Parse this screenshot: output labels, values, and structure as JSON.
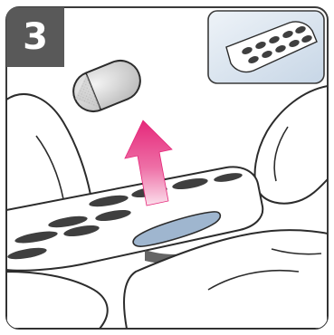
{
  "step": {
    "number": "3"
  },
  "colors": {
    "frame": "#3a3a3a",
    "badge_bg": "#595959",
    "badge_text": "#ffffff",
    "arrow": "#e5287a",
    "arrow_light": "#f6b5d0",
    "capsule": "#d0d0d0",
    "blister_hole": "#3f3f3f",
    "open_pocket": "#9fb6cf",
    "inset_bg": "#d8e3ee"
  },
  "icons": {
    "step_badge": "step-number-badge",
    "capsule": "capsule-icon",
    "arrow": "push-up-arrow-icon",
    "inset": "blister-pack-thumbnail"
  }
}
